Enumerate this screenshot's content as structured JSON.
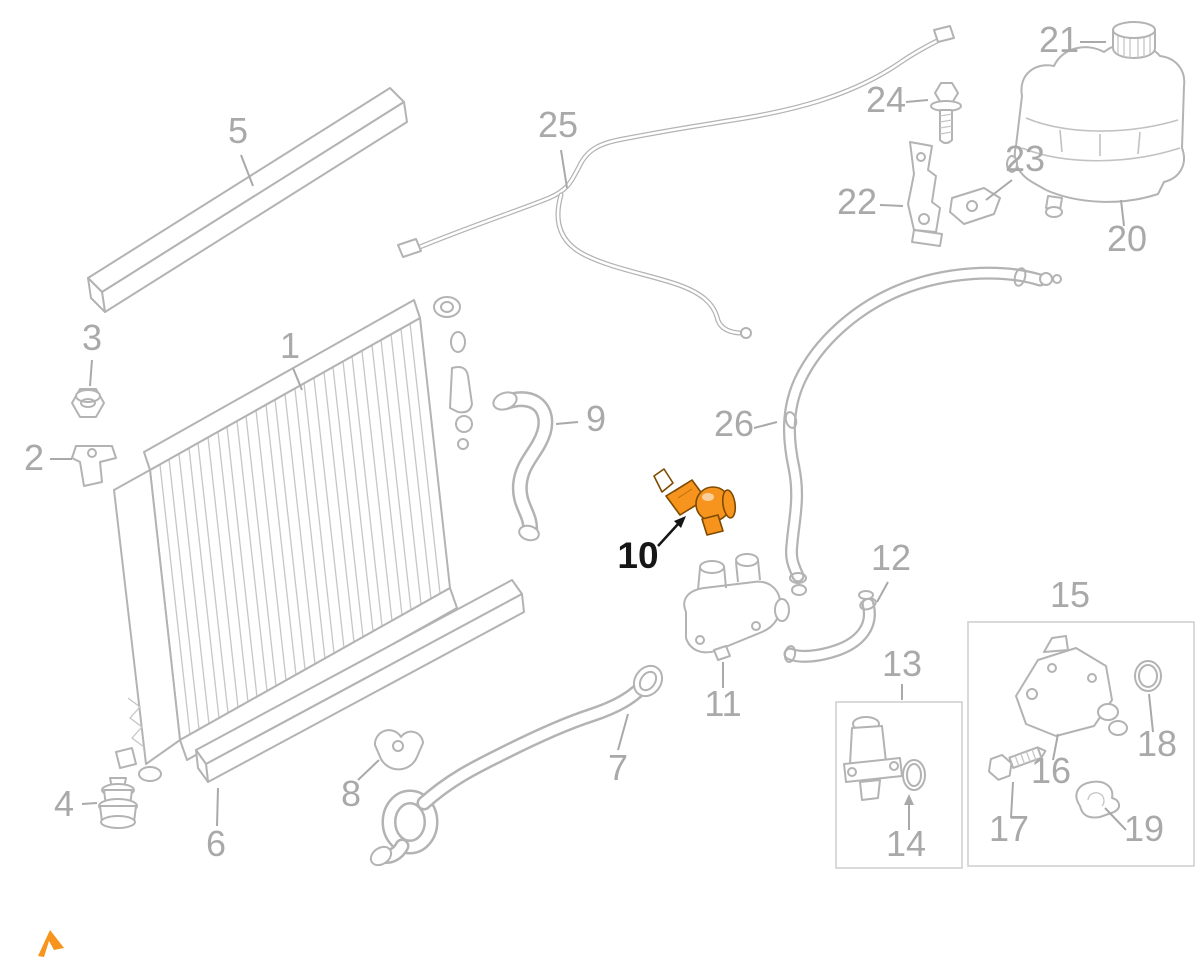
{
  "diagram": {
    "background_color": "#ffffff",
    "line_color": "#b3b3b3",
    "label_color": "#a9a9a9",
    "highlight_color": "#F7941E",
    "highlight_outline_color": "#7C4A00",
    "highlighted_part_label": "10"
  },
  "parts": [
    "1",
    "2",
    "3",
    "4",
    "5",
    "6",
    "7",
    "8",
    "9",
    "10",
    "11",
    "12",
    "13",
    "14",
    "15",
    "16",
    "17",
    "18",
    "19",
    "20",
    "21",
    "22",
    "23",
    "24",
    "25",
    "26"
  ]
}
